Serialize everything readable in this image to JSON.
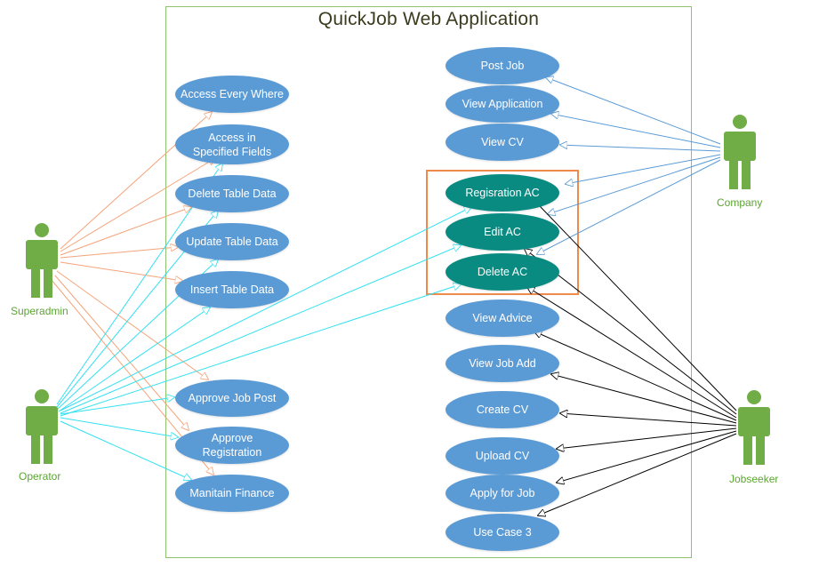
{
  "title": "QuickJob Web Application",
  "colors": {
    "usecase_blue": "#5b9bd5",
    "usecase_teal": "#0a8b82",
    "actor_green": "#70ad47",
    "boundary": "#8fc26e",
    "highlight": "#ee8a4b",
    "superadmin_line": "#f4a37a",
    "operator_line": "#33e0f0",
    "company_line": "#5b9bd5",
    "jobseeker_line": "#000000"
  },
  "actors": {
    "superadmin": "Superadmin",
    "operator": "Operator",
    "company": "Company",
    "jobseeker": "Jobseeker"
  },
  "usecases": {
    "access_everywhere": "Access Every Where",
    "access_specified": "Access in Specified Fields",
    "delete_table": "Delete Table Data",
    "update_table": "Update Table Data",
    "insert_table": "Insert Table Data",
    "approve_job_post": "Approve Job Post",
    "approve_registration": "Approve Registration",
    "maintain_finance": "Manitain Finance",
    "post_job": "Post Job",
    "view_application": "View Application",
    "view_cv": "View CV",
    "registration_ac": "Regisration AC",
    "edit_ac": "Edit AC",
    "delete_ac": "Delete AC",
    "view_advice": "View Advice",
    "view_job_add": "View Job Add",
    "create_cv": "Create CV",
    "upload_cv": "Upload CV",
    "apply_for_job": "Apply for Job",
    "use_case_3": "Use Case 3"
  }
}
